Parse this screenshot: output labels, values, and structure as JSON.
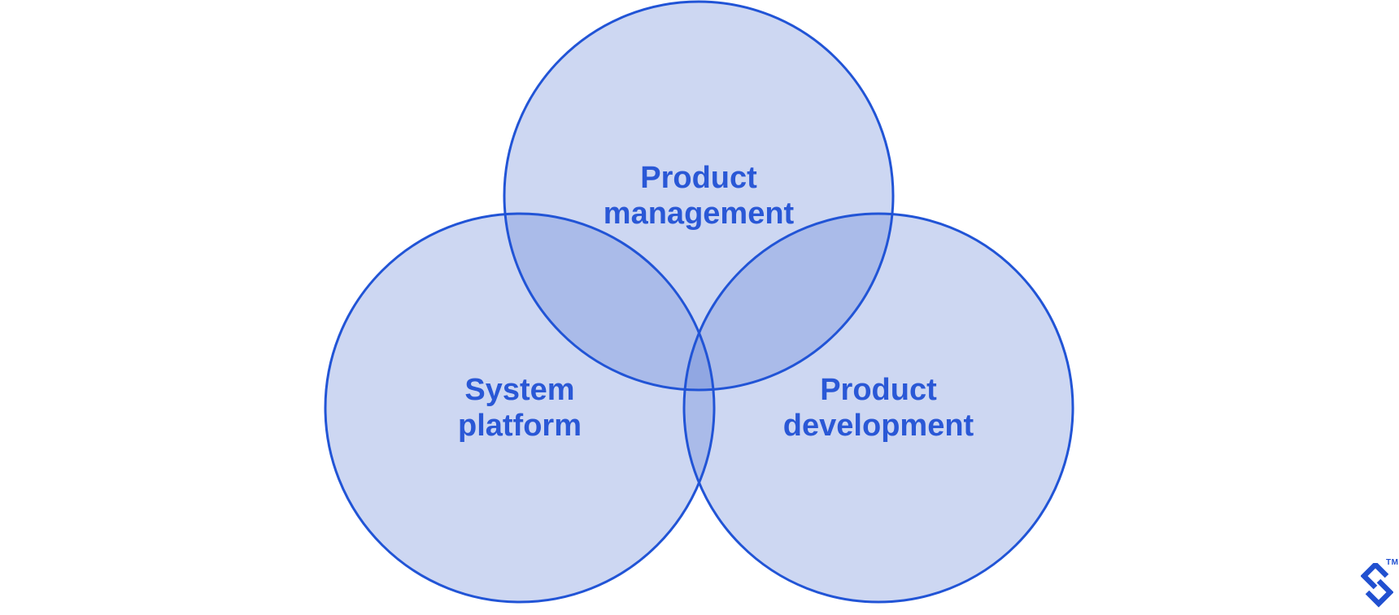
{
  "diagram": {
    "type": "venn",
    "description": "Three-circle Venn diagram",
    "circles": [
      {
        "id": "product-management",
        "label": "Product\nmanagement",
        "position": "top"
      },
      {
        "id": "system-platform",
        "label": "System\nplatform",
        "position": "bottom-left"
      },
      {
        "id": "product-development",
        "label": "Product\ndevelopment",
        "position": "bottom-right"
      }
    ],
    "colors": {
      "background": "#FFFFFF",
      "circle_fill": "#587AD4",
      "circle_fill_opacity": "0.30",
      "single_region_rendered": "#CDD7F2",
      "double_overlap_rendered": "#A9BCE9",
      "circle_stroke": "#2154D6",
      "label_text": "#2A58D6",
      "logo_blue": "#2150D0"
    }
  },
  "branding": {
    "logo_icon": "toptal-logomark",
    "trademark": "TM"
  }
}
